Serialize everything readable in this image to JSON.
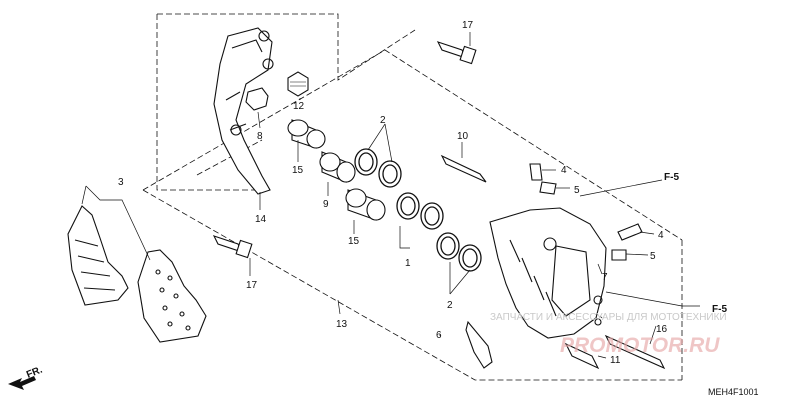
{
  "diagram": {
    "diagram_code": "MEH4F1001",
    "direction_label": "FR.",
    "callouts": [
      "F-5",
      "F-5"
    ],
    "part_numbers": [
      "1",
      "2",
      "2",
      "3",
      "4",
      "4",
      "5",
      "5",
      "6",
      "7",
      "8",
      "9",
      "10",
      "11",
      "12",
      "13",
      "14",
      "15",
      "15",
      "16",
      "17",
      "17"
    ],
    "watermark": {
      "line1": "ЗАПЧАСТИ И АКСЕССУАРЫ ДЛЯ МОТОТЕХНИКИ",
      "line2": "PROMOTOR.RU"
    }
  }
}
